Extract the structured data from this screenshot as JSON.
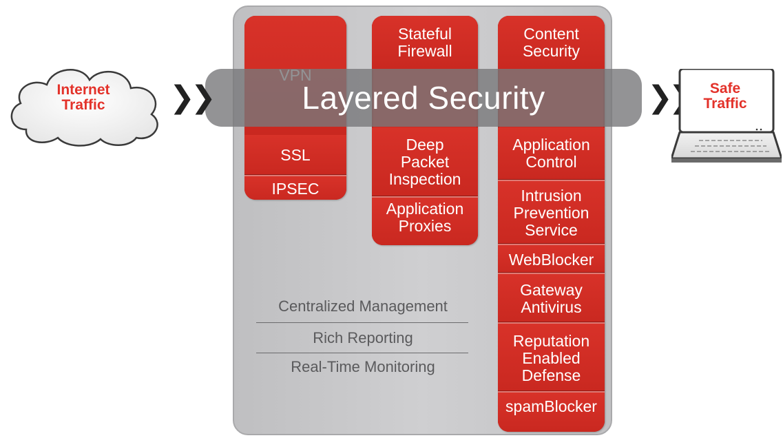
{
  "band": {
    "label": "Layered Security"
  },
  "input": {
    "label": "Internet\nTraffic"
  },
  "output": {
    "label": "Safe\nTraffic"
  },
  "columns": [
    {
      "cells": [
        "VPN",
        "SSL",
        "IPSEC"
      ]
    },
    {
      "cells": [
        "Stateful\nFirewall",
        "Deep\nPacket\nInspection",
        "Application\nProxies"
      ]
    },
    {
      "cells": [
        "Content\nSecurity",
        "Application\nControl",
        "Intrusion\nPrevention\nService",
        "WebBlocker",
        "Gateway\nAntivirus",
        "Reputation\nEnabled\nDefense",
        "spamBlocker"
      ]
    }
  ],
  "management": [
    "Centralized Management",
    "Rich Reporting",
    "Real-Time Monitoring"
  ],
  "icons": {
    "input": "cloud-icon",
    "output": "laptop-icon",
    "flow": "double-chevron-right-icon"
  },
  "colors": {
    "accent_red": "#cc2a22",
    "label_red": "#e3322a",
    "panel_grey": "#c8c8ca"
  }
}
